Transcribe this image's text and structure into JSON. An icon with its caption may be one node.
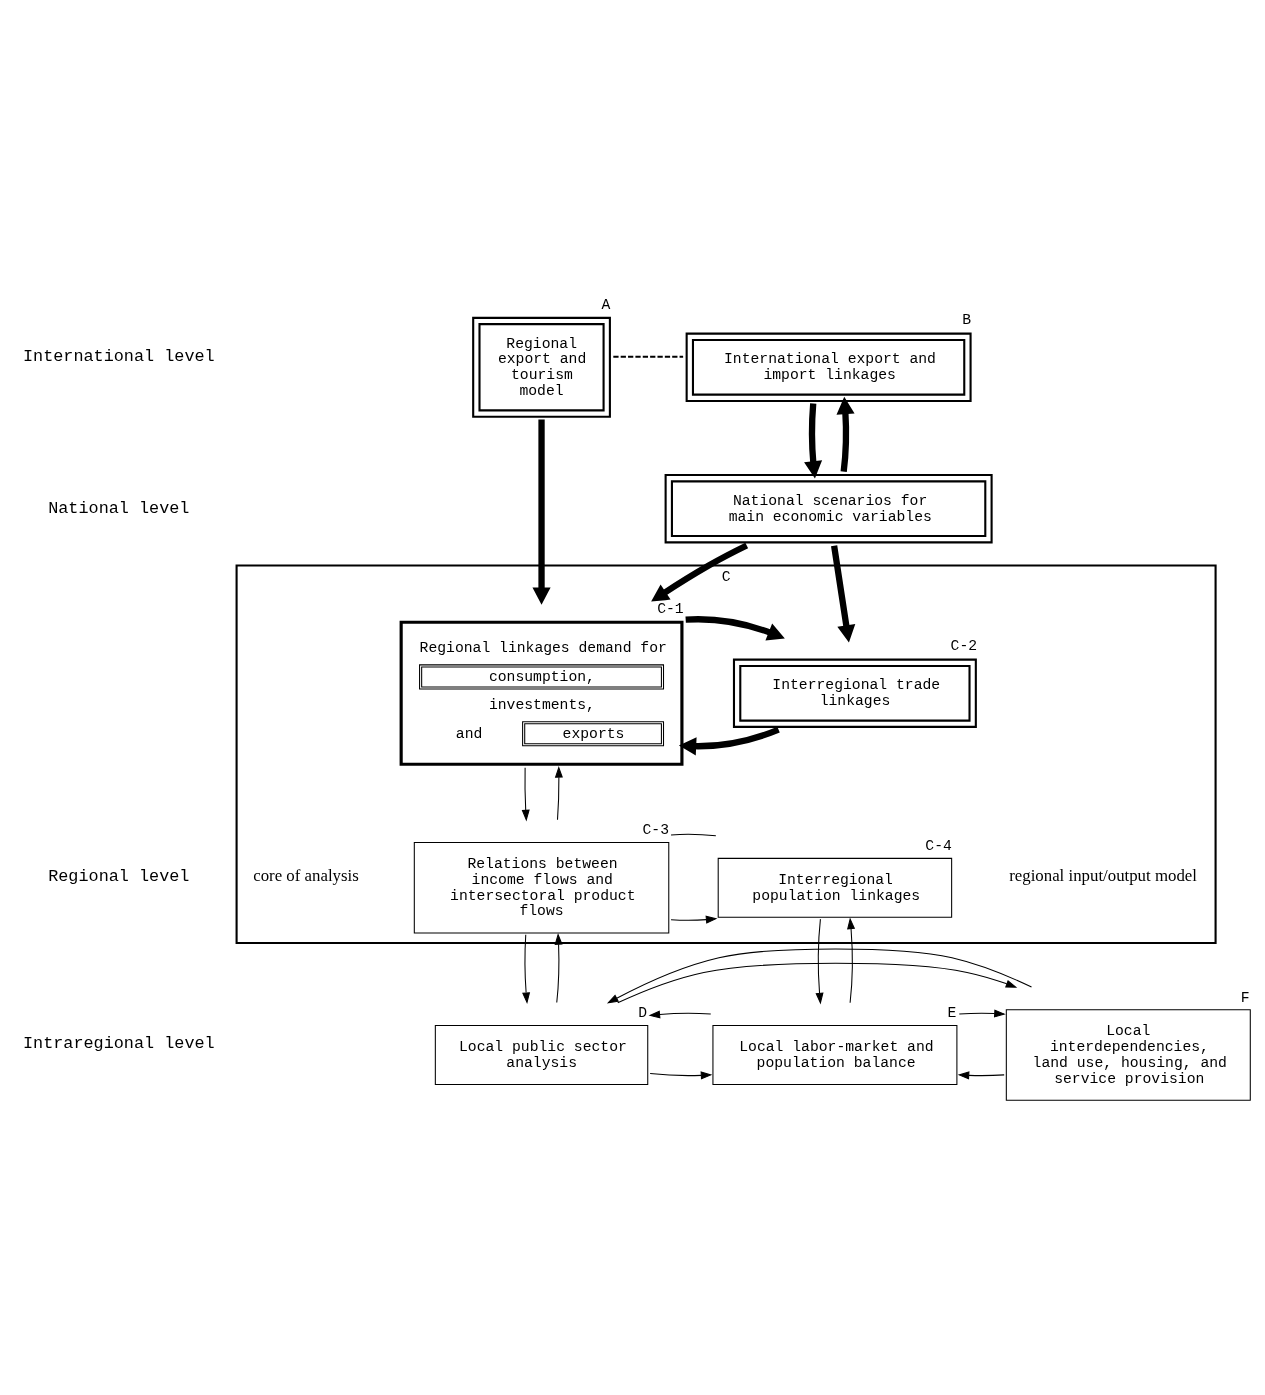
{
  "diagram": {
    "nodes": [
      {
        "text": [
          "Regional export and tourism model"
        ],
        "beside": [
          "A"
        ]
      },
      {
        "text": [
          "International export and import linkages"
        ],
        "beside": [
          "B"
        ]
      },
      {
        "text": [
          "National scenarios for main economic variables"
        ]
      },
      {
        "text": [
          "C"
        ],
        "beside": [
          "core of analysis",
          "regional input/output model"
        ]
      },
      {
        "text": [
          "Regional linkages demand for",
          "consumption,",
          "investments,",
          "and",
          "exports"
        ],
        "beside": [
          "C-1"
        ],
        "in": 3
      },
      {
        "text": [
          "Interregional trade linkages"
        ],
        "beside": [
          "C-2"
        ],
        "in": 3
      },
      {
        "text": [
          "Relations between income flows and intersectoral product flows"
        ],
        "beside": [
          "C-3"
        ],
        "in": 3
      },
      {
        "text": [
          "Interregional population linkages"
        ],
        "beside": [
          "C-4"
        ],
        "in": 3
      },
      {
        "text": [
          "Local public sector analysis"
        ],
        "beside": [
          "D"
        ]
      },
      {
        "text": [
          "Local labor-market and population balance"
        ],
        "beside": [
          "E"
        ]
      },
      {
        "text": [
          "Local interdependencies, land use, housing, and service provision"
        ],
        "beside": [
          "F"
        ]
      }
    ],
    "edges": [
      {
        "from": 0,
        "to": 1,
        "arrow": "none",
        "style": "dashed"
      },
      {
        "from": 1,
        "to": 2,
        "arrow": "to",
        "style": "thick"
      },
      {
        "from": 2,
        "to": 1,
        "arrow": "to",
        "style": "thick"
      },
      {
        "from": 0,
        "to": 4,
        "arrow": "to",
        "style": "thick"
      },
      {
        "from": 2,
        "to": 4,
        "arrow": "to",
        "style": "thick"
      },
      {
        "from": 2,
        "to": 5,
        "arrow": "to",
        "style": "thick"
      },
      {
        "from": 5,
        "to": 4,
        "arrow": "to",
        "style": "thick"
      },
      {
        "from": 4,
        "to": 5,
        "arrow": "to",
        "style": "thick"
      },
      {
        "from": 6,
        "to": 4,
        "arrow": "to"
      },
      {
        "from": 4,
        "to": 6,
        "arrow": "to"
      },
      {
        "from": 6,
        "to": 7,
        "arrow": "to"
      },
      {
        "from": 6,
        "to": 7,
        "arrow": "none"
      },
      {
        "from": 8,
        "to": 6,
        "arrow": "to"
      },
      {
        "from": 6,
        "to": 8,
        "arrow": "to"
      },
      {
        "from": 9,
        "to": 7,
        "arrow": "to"
      },
      {
        "from": 7,
        "to": 9,
        "arrow": "to"
      },
      {
        "from": 8,
        "to": 9,
        "arrow": "to"
      },
      {
        "from": 9,
        "to": 8,
        "arrow": "to"
      },
      {
        "from": 10,
        "to": 9,
        "arrow": "to"
      },
      {
        "from": 9,
        "to": 10,
        "arrow": "to"
      },
      {
        "from": 8,
        "to": 10,
        "arrow": "to"
      },
      {
        "from": 10,
        "to": 8,
        "arrow": "to"
      }
    ],
    "labels": [
      "International level",
      "National level",
      "Regional level",
      "Intraregional level"
    ]
  }
}
